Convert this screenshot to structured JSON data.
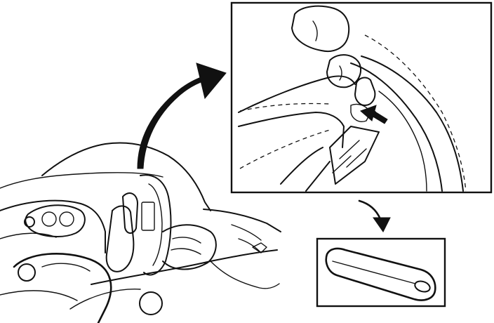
{
  "diagram": {
    "panels": [
      {
        "id": "main-view",
        "subject": "vehicle-interior-pillar-trim"
      },
      {
        "id": "detail-view",
        "subject": "trim-clip-removal"
      },
      {
        "id": "tool-view",
        "subject": "trim-removal-tool"
      }
    ],
    "arrows": [
      {
        "from": "main-view",
        "to": "detail-view",
        "style": "solid-curved"
      },
      {
        "from": "detail-view",
        "to": "tool-view",
        "style": "small-curved"
      }
    ],
    "colors": {
      "ink": "#111111",
      "paper": "#ffffff"
    }
  }
}
